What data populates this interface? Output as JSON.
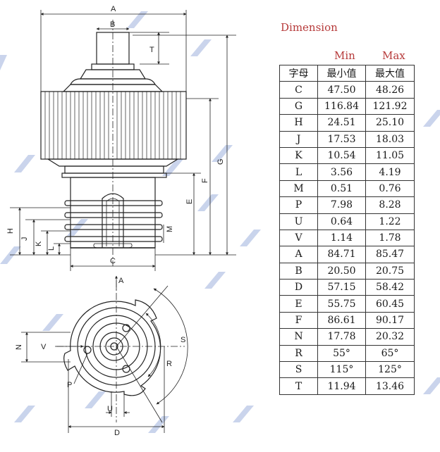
{
  "title": "Dimension",
  "range_labels": {
    "min": "Min",
    "max": "Max"
  },
  "table": {
    "headers": [
      "字母",
      "最小值",
      "最大值"
    ],
    "rows": [
      [
        "C",
        "47.50",
        "48.26"
      ],
      [
        "G",
        "116.84",
        "121.92"
      ],
      [
        "H",
        "24.51",
        "25.10"
      ],
      [
        "J",
        "17.53",
        "18.03"
      ],
      [
        "K",
        "10.54",
        "11.05"
      ],
      [
        "L",
        "3.56",
        "4.19"
      ],
      [
        "M",
        "0.51",
        "0.76"
      ],
      [
        "P",
        "7.98",
        "8.28"
      ],
      [
        "U",
        "0.64",
        "1.22"
      ],
      [
        "V",
        "1.14",
        "1.78"
      ],
      [
        "A",
        "84.71",
        "85.47"
      ],
      [
        "B",
        "20.50",
        "20.75"
      ],
      [
        "D",
        "57.15",
        "58.42"
      ],
      [
        "E",
        "55.75",
        "60.45"
      ],
      [
        "F",
        "86.61",
        "90.17"
      ],
      [
        "N",
        "17.78",
        "20.32"
      ],
      [
        "R",
        "55°",
        "65°"
      ],
      [
        "S",
        "115°",
        "125°"
      ],
      [
        "T",
        "11.94",
        "13.46"
      ]
    ]
  },
  "drawing_labels": {
    "A": "A",
    "B": "B",
    "T": "T",
    "G": "G",
    "F": "F",
    "E": "E",
    "H": "H",
    "J": "J",
    "K": "K",
    "L": "L",
    "M": "M",
    "C": "C",
    "N": "N",
    "V": "V",
    "P": "P",
    "U": "U",
    "D": "D",
    "R": "R",
    "S": "S"
  },
  "colors": {
    "heading": "#b63a3a",
    "stripe": "#b8c6e6",
    "line": "#222222"
  }
}
